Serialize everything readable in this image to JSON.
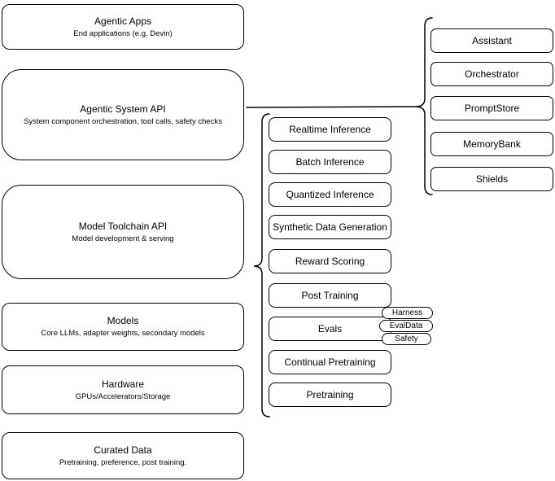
{
  "diagram": {
    "left_column": [
      {
        "label": "Agentic Apps",
        "sublabel": "End applications (e.g. Devin)"
      },
      {
        "label": "Agentic System API",
        "sublabel": "System component orchestration, tool calls, safety checks"
      },
      {
        "label": "Model Toolchain API",
        "sublabel": "Model development & serving"
      },
      {
        "label": "Models",
        "sublabel": "Core LLMs, adapter weights, secondary models"
      },
      {
        "label": "Hardware",
        "sublabel": "GPUs/Accelerators/Storage"
      },
      {
        "label": "Curated Data",
        "sublabel": "Pretraining, preference, post training."
      }
    ],
    "middle_column": [
      {
        "label": "Realtime Inference"
      },
      {
        "label": "Batch Inference"
      },
      {
        "label": "Quantized Inference"
      },
      {
        "label": "Synthetic Data Generation"
      },
      {
        "label": "Reward Scoring"
      },
      {
        "label": "Post Training"
      },
      {
        "label": "Evals"
      },
      {
        "label": "Continual Pretraining"
      },
      {
        "label": "Pretraining"
      }
    ],
    "evals_tags": [
      "Harness",
      "EvalData",
      "Safety"
    ],
    "right_column": [
      {
        "label": "Assistant"
      },
      {
        "label": "Orchestrator"
      },
      {
        "label": "PromptStore"
      },
      {
        "label": "MemoryBank"
      },
      {
        "label": "Shields"
      }
    ],
    "colors": {
      "stroke": "#000000",
      "fill": "#ffffff",
      "background": "#ffffff"
    }
  }
}
